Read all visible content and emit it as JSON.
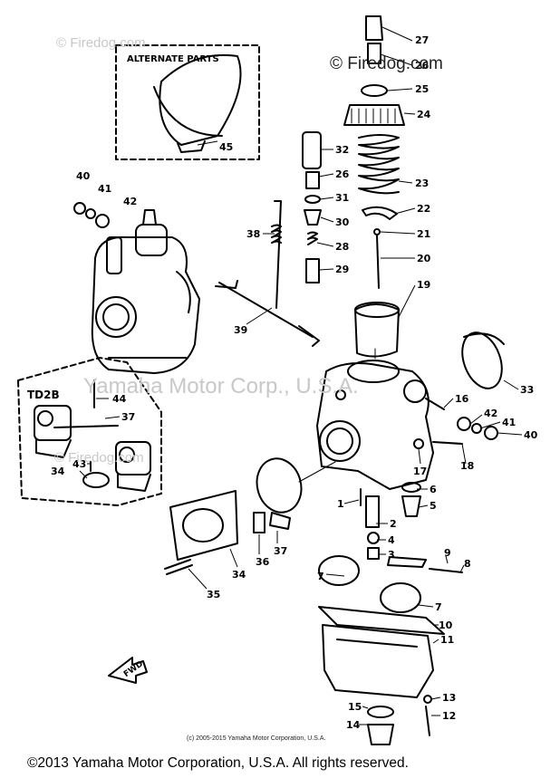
{
  "watermarks": {
    "top_right": "© Firedog.com",
    "top_left": "© Firedog.com",
    "center": "Yamaha Motor Corp., U.S.A.",
    "inset": "© Firedog.com",
    "small_footer": "(c) 2005-2015 Yamaha Motor Corporation, U.S.A."
  },
  "inset_boxes": {
    "alternate_parts": "ALTERNATE PARTS",
    "td2b": "TD2B"
  },
  "front_arrow": "FWD",
  "copyright": "©2013 Yamaha Motor Corporation, U.S.A. All rights reserved.",
  "callouts": [
    "27",
    "26",
    "25",
    "24",
    "23",
    "22",
    "21",
    "20",
    "19",
    "32",
    "26",
    "31",
    "30",
    "28",
    "29",
    "38",
    "39",
    "40",
    "41",
    "42",
    "45",
    "33",
    "16",
    "42",
    "41",
    "40",
    "17",
    "18",
    "44",
    "37",
    "43",
    "34",
    "6",
    "5",
    "1",
    "2",
    "4",
    "3",
    "36",
    "37",
    "34",
    "35",
    "9",
    "8",
    "7",
    "7",
    "10",
    "11",
    "13",
    "12",
    "15",
    "14"
  ]
}
